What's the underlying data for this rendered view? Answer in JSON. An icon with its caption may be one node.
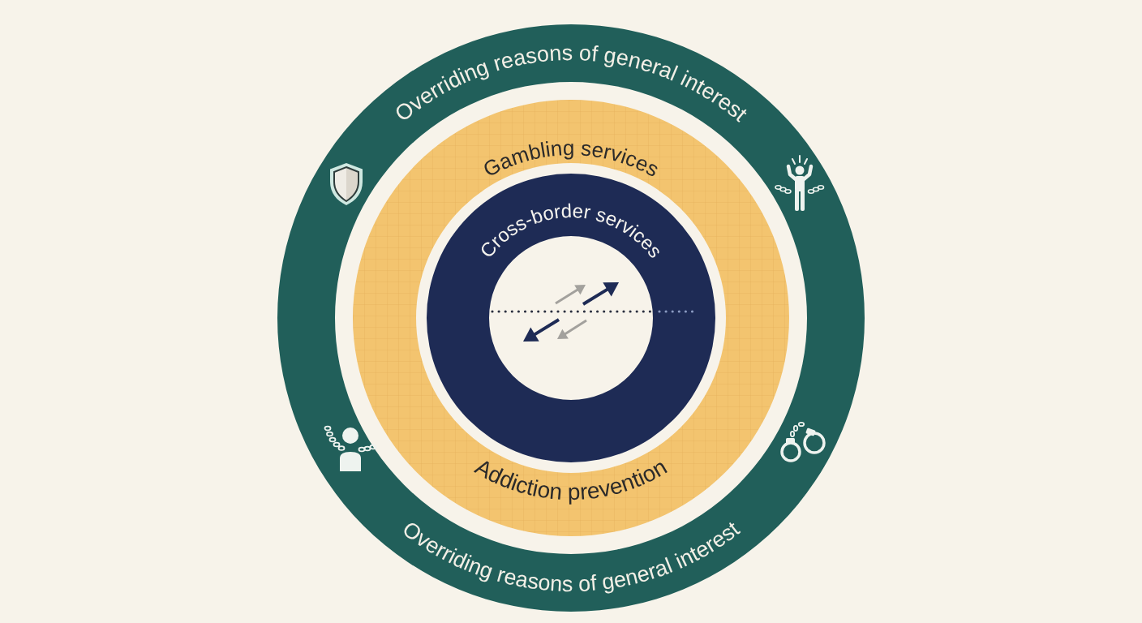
{
  "diagram": {
    "nodes": [
      {
        "text": [
          "Overriding reasons of general interest",
          "Overriding reasons of general interest"
        ]
      },
      {
        "text": [
          "Gambling services",
          "Addiction prevention"
        ],
        "in": 0
      },
      {
        "text": [
          "Cross-border services"
        ],
        "in": 1
      }
    ]
  }
}
